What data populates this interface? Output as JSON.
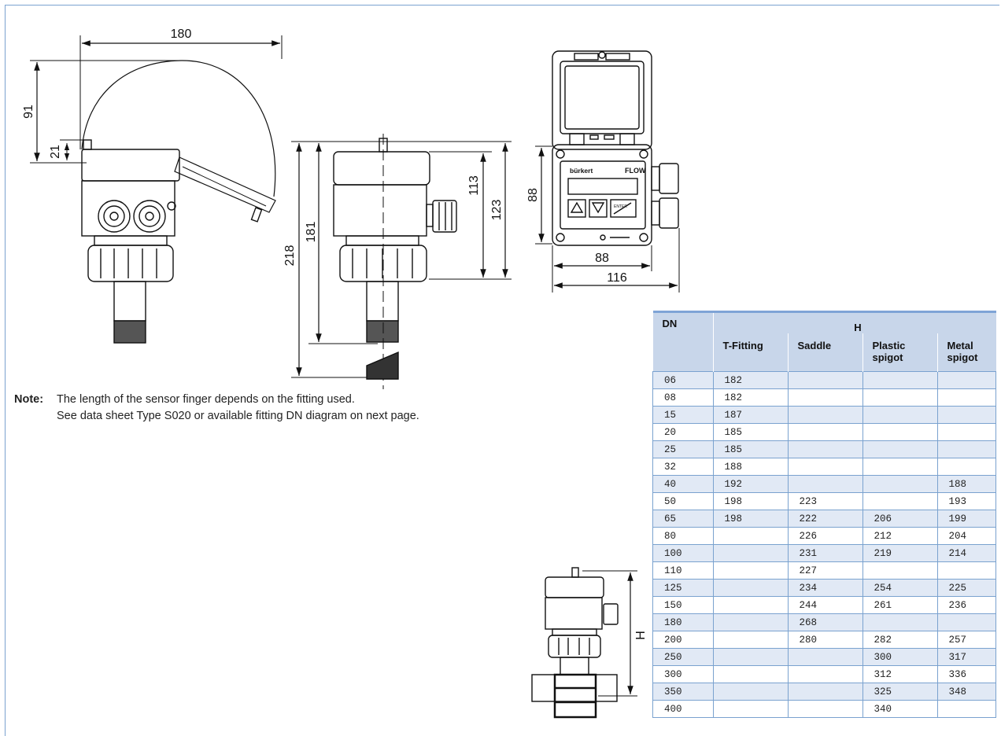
{
  "dimensions": {
    "side_view": {
      "width": "180",
      "cover_height": "91",
      "cap_height": "21"
    },
    "front_view": {
      "overall": "218",
      "to_finger": "181",
      "body_short": "113",
      "body_long": "123"
    },
    "top_view": {
      "panel_height": "88",
      "panel_width": "88",
      "overall_width": "116"
    },
    "small_view": {
      "height_label": "H"
    }
  },
  "display_panel": {
    "brand": "bürkert",
    "label": "FLOW",
    "enter_key": "ENTER"
  },
  "note": {
    "label": "Note:",
    "line1": "The length of the sensor finger depends on the fitting used.",
    "line2": "See data sheet Type S020 or available fitting DN diagram on next page."
  },
  "table": {
    "header_dn": "DN",
    "header_group": "H",
    "columns": [
      "T-Fitting",
      "Saddle",
      "Plastic spigot",
      "Metal spigot"
    ],
    "rows": [
      {
        "dn": "06",
        "t": "182",
        "s": "",
        "p": "",
        "m": ""
      },
      {
        "dn": "08",
        "t": "182",
        "s": "",
        "p": "",
        "m": ""
      },
      {
        "dn": "15",
        "t": "187",
        "s": "",
        "p": "",
        "m": ""
      },
      {
        "dn": "20",
        "t": "185",
        "s": "",
        "p": "",
        "m": ""
      },
      {
        "dn": "25",
        "t": "185",
        "s": "",
        "p": "",
        "m": ""
      },
      {
        "dn": "32",
        "t": "188",
        "s": "",
        "p": "",
        "m": ""
      },
      {
        "dn": "40",
        "t": "192",
        "s": "",
        "p": "",
        "m": "188"
      },
      {
        "dn": "50",
        "t": "198",
        "s": "223",
        "p": "",
        "m": "193"
      },
      {
        "dn": "65",
        "t": "198",
        "s": "222",
        "p": "206",
        "m": "199"
      },
      {
        "dn": "80",
        "t": "",
        "s": "226",
        "p": "212",
        "m": "204"
      },
      {
        "dn": "100",
        "t": "",
        "s": "231",
        "p": "219",
        "m": "214"
      },
      {
        "dn": "110",
        "t": "",
        "s": "227",
        "p": "",
        "m": ""
      },
      {
        "dn": "125",
        "t": "",
        "s": "234",
        "p": "254",
        "m": "225"
      },
      {
        "dn": "150",
        "t": "",
        "s": "244",
        "p": "261",
        "m": "236"
      },
      {
        "dn": "180",
        "t": "",
        "s": "268",
        "p": "",
        "m": ""
      },
      {
        "dn": "200",
        "t": "",
        "s": "280",
        "p": "282",
        "m": "257"
      },
      {
        "dn": "250",
        "t": "",
        "s": "",
        "p": "300",
        "m": "317"
      },
      {
        "dn": "300",
        "t": "",
        "s": "",
        "p": "312",
        "m": "336"
      },
      {
        "dn": "350",
        "t": "",
        "s": "",
        "p": "325",
        "m": "348"
      },
      {
        "dn": "400",
        "t": "",
        "s": "",
        "p": "340",
        "m": ""
      }
    ]
  }
}
